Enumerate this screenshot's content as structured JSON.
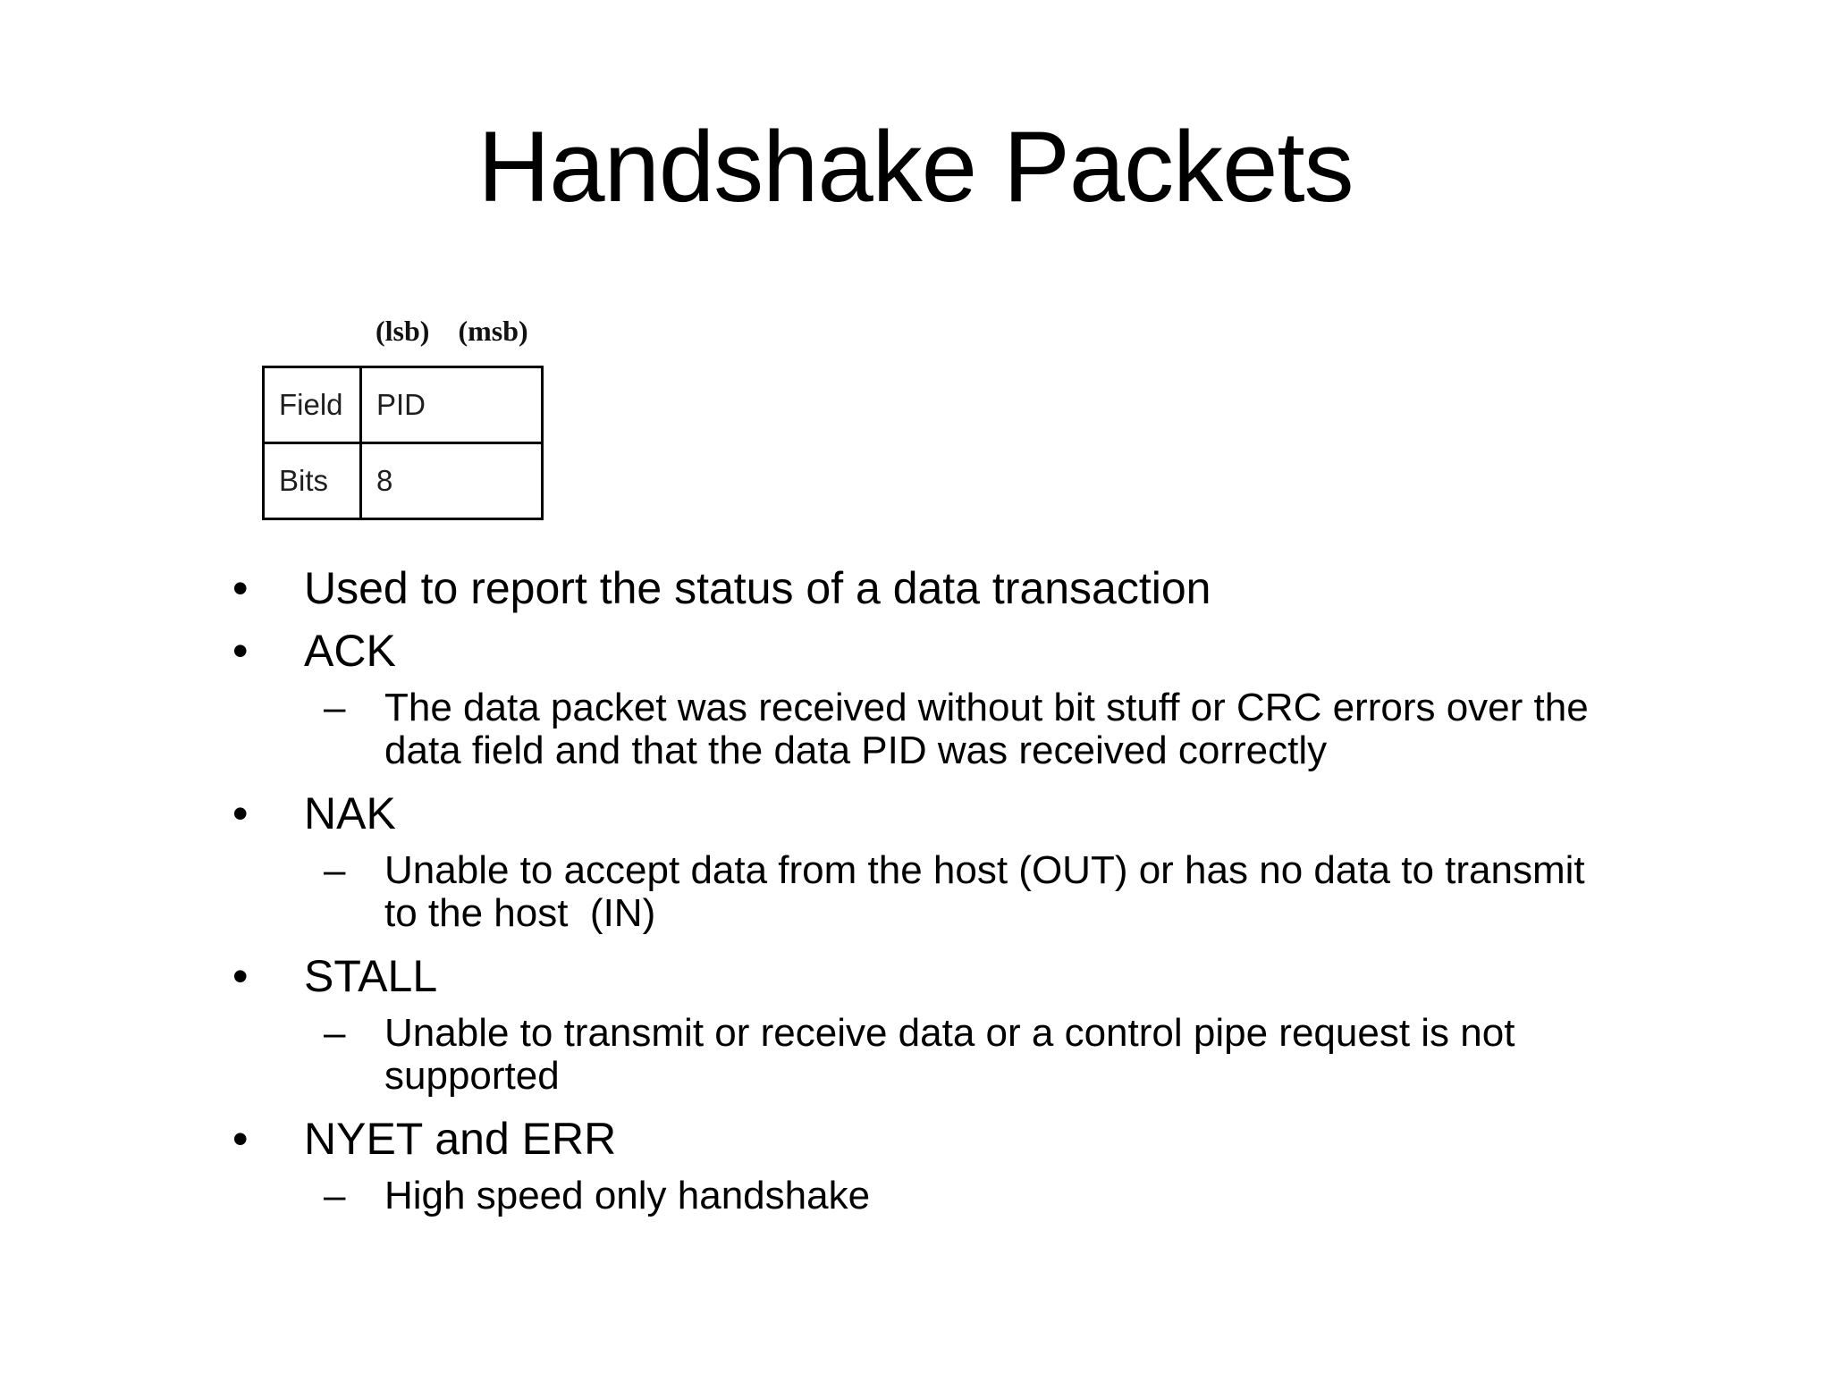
{
  "slide": {
    "title": "Handshake Packets",
    "background_color": "#ffffff",
    "text_color": "#000000"
  },
  "markers": {
    "level1": "•",
    "level2": "–"
  },
  "packet_table": {
    "bit_order_labels": {
      "lsb": "(lsb)",
      "msb": "(msb)"
    },
    "rows": [
      {
        "header": "Field",
        "value": "PID"
      },
      {
        "header": "Bits",
        "value": "8"
      }
    ]
  },
  "bullets": [
    {
      "level": 1,
      "text": "Used to report the status of a data transaction"
    },
    {
      "level": 1,
      "text": "ACK"
    },
    {
      "level": 2,
      "text": "The data packet was received without bit stuff or CRC errors over the\ndata field and that the data PID was received correctly"
    },
    {
      "level": 1,
      "text": "NAK"
    },
    {
      "level": 2,
      "text": "Unable to accept data from the host (OUT) or has no data to transmit\nto the host  (IN)"
    },
    {
      "level": 1,
      "text": "STALL"
    },
    {
      "level": 2,
      "text": "Unable to transmit or receive data or a control pipe request is not\nsupported"
    },
    {
      "level": 1,
      "text": "NYET and ERR"
    },
    {
      "level": 2,
      "text": "High speed only handshake"
    }
  ]
}
